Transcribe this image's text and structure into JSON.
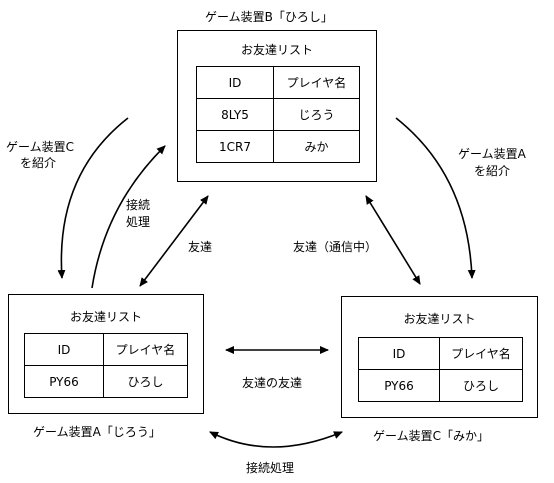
{
  "devices": {
    "b": {
      "label": "ゲーム装置B「ひろし」",
      "list_title": "お友達リスト",
      "headers": [
        "ID",
        "プレイヤ名"
      ],
      "rows": [
        [
          "8LY5",
          "じろう"
        ],
        [
          "1CR7",
          "みか"
        ]
      ]
    },
    "a": {
      "label": "ゲーム装置A「じろう」",
      "list_title": "お友達リスト",
      "headers": [
        "ID",
        "プレイヤ名"
      ],
      "rows": [
        [
          "PY66",
          "ひろし"
        ]
      ]
    },
    "c": {
      "label": "ゲーム装置C「みか」",
      "list_title": "お友達リスト",
      "headers": [
        "ID",
        "プレイヤ名"
      ],
      "rows": [
        [
          "PY66",
          "ひろし"
        ]
      ]
    }
  },
  "labels": {
    "intro_c_line1": "ゲーム装置C",
    "intro_c_line2": "を紹介",
    "intro_a_line1": "ゲーム装置A",
    "intro_a_line2": "を紹介",
    "connect_ab_line1": "接続",
    "connect_ab_line2": "処理",
    "friend_ab": "友達",
    "friend_bc": "友達（通信中）",
    "friend_of_friend": "友達の友達",
    "connect_ac": "接続処理"
  }
}
